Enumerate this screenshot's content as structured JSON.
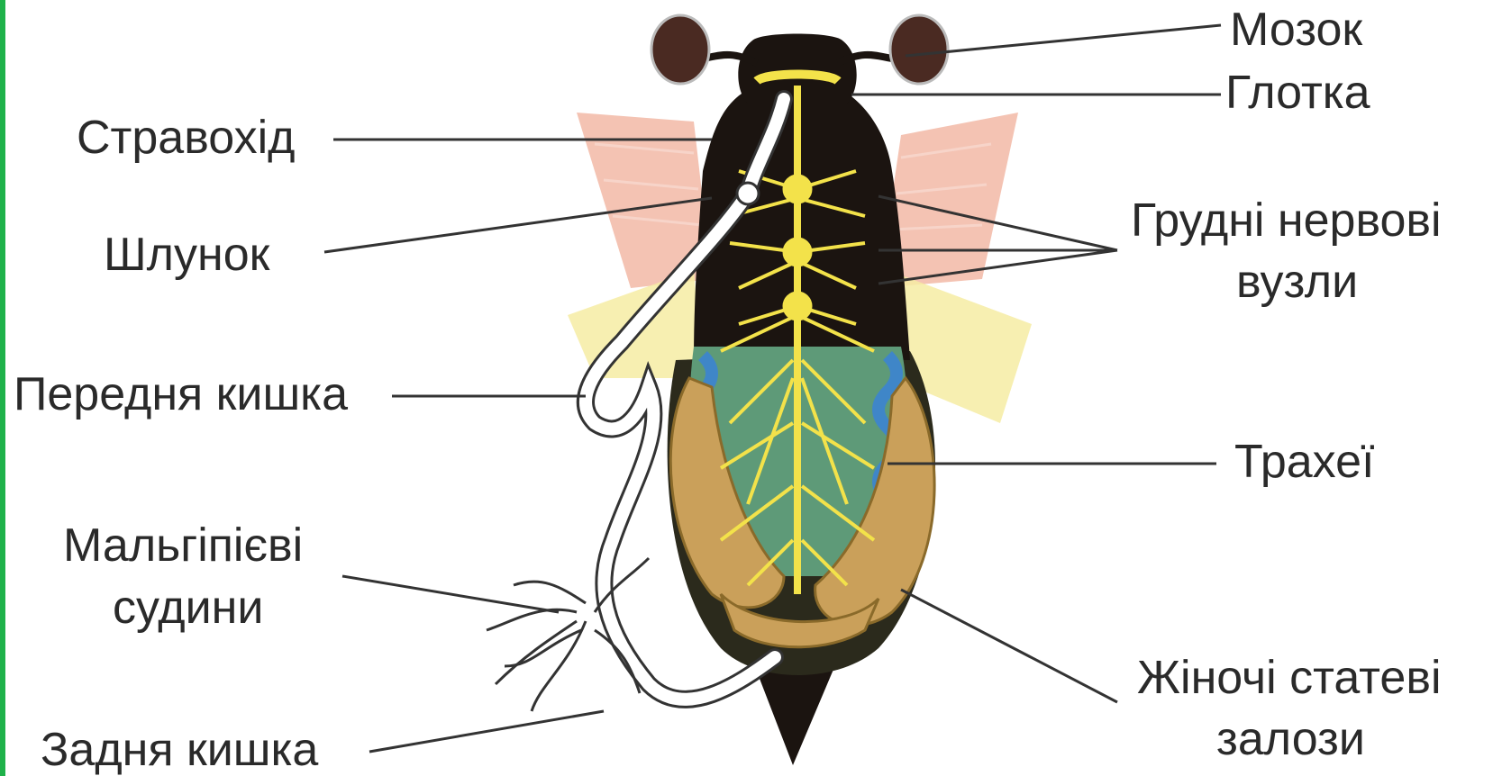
{
  "border_color": "#1fb24a",
  "labels": {
    "brain": "Мозок",
    "pharynx": "Глотка",
    "esophagus": "Стравохід",
    "stomach": "Шлунок",
    "thoracic_ganglia_line1": "Грудні нервові",
    "thoracic_ganglia_line2": "вузли",
    "foregut": "Передня кишка",
    "tracheae": "Трахеї",
    "malpighian_line1": "Мальгіпієві",
    "malpighian_line2": "судини",
    "ovaries_line1": "Жіночі статеві",
    "ovaries_line2": "залози",
    "hindgut": "Задня кишка"
  },
  "colors": {
    "body_dark": "#1b1410",
    "nerve_yellow": "#f3e24a",
    "wing_front": "#f2b8a6",
    "wing_back": "#f6eca3",
    "abdomen_green": "#5e9a78",
    "trachea_blue": "#3f86c8",
    "gland_tan": "#caa05a",
    "eye_brown": "#4a2a22"
  }
}
